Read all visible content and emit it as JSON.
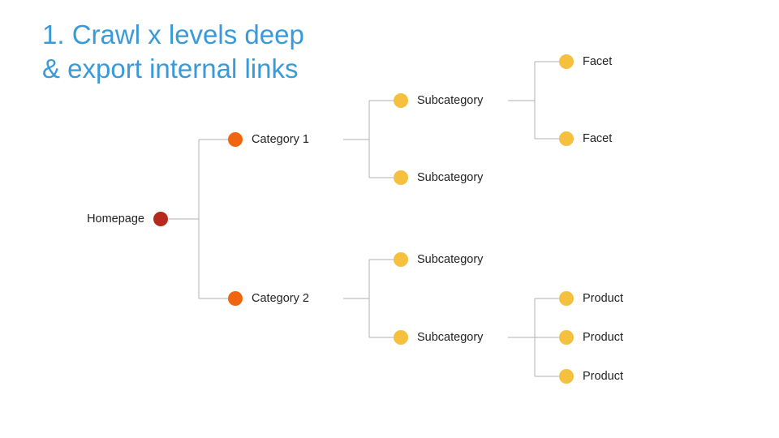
{
  "slide": {
    "title_line1": "1. Crawl x levels deep",
    "title_line2": "& export internal links"
  },
  "colors": {
    "title": "#3a9ad9",
    "connector": "#b0b0b0",
    "homepage_node": "#b52a1c",
    "category_node": "#f0650f",
    "leaf_node": "#f4c03e"
  },
  "tree": {
    "homepage": "Homepage",
    "category1": {
      "label": "Category 1",
      "subcategory_a": {
        "label": "Subcategory",
        "facets": [
          "Facet",
          "Facet"
        ]
      },
      "subcategory_b": {
        "label": "Subcategory"
      }
    },
    "category2": {
      "label": "Category 2",
      "subcategory_a": {
        "label": "Subcategory"
      },
      "subcategory_b": {
        "label": "Subcategory",
        "products": [
          "Product",
          "Product",
          "Product"
        ]
      }
    }
  }
}
